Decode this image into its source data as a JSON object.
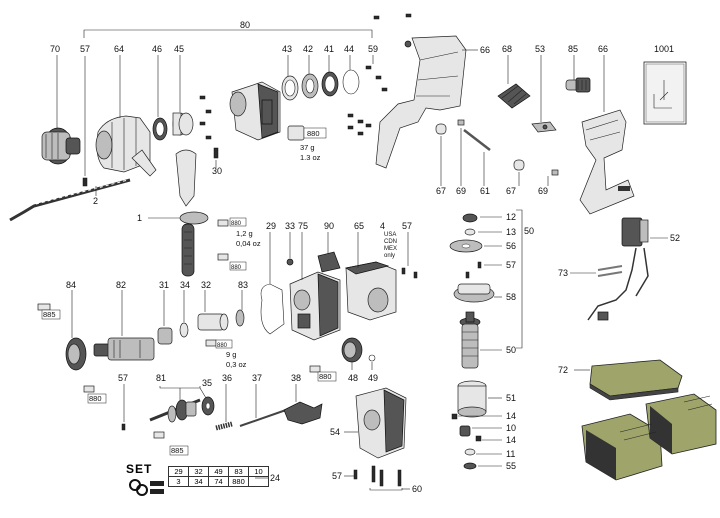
{
  "callouts": {
    "c80": "80",
    "c70": "70",
    "c57a": "57",
    "c64": "64",
    "c46": "46",
    "c45": "45",
    "c43": "43",
    "c42": "42",
    "c41": "41",
    "c44": "44",
    "c59": "59",
    "c66a": "66",
    "c68": "68",
    "c53": "53",
    "c85": "85",
    "c66b": "66",
    "c1001": "1001",
    "c30": "30",
    "c1": "1",
    "c2": "2",
    "c67a": "67",
    "c69a": "69",
    "c61": "61",
    "c67b": "67",
    "c69b": "69",
    "c29": "29",
    "c33": "33",
    "c75": "75",
    "c90": "90",
    "c65": "65",
    "c4": "4",
    "c57b": "57",
    "c12": "12",
    "c13": "13",
    "c56": "56",
    "c50a": "50",
    "c57c": "57",
    "c58": "58",
    "c52": "52",
    "c73": "73",
    "c84": "84",
    "c82": "82",
    "c31": "31",
    "c34": "34",
    "c32": "32",
    "c83": "83",
    "c885a": "885",
    "c880a": "880",
    "c50b": "50",
    "c72": "72",
    "c57d": "57",
    "c81": "81",
    "c35": "35",
    "c36": "36",
    "c37": "37",
    "c38": "38",
    "c880b": "880",
    "c48": "48",
    "c49": "49",
    "c51": "51",
    "c14a": "14",
    "c10": "10",
    "c14b": "14",
    "c11": "11",
    "c55": "55",
    "c885b": "885",
    "c54": "54",
    "c57e": "57",
    "c60": "60",
    "c24": "24",
    "c880c": "880",
    "c880d": "880",
    "c880e": "880",
    "c880f": "880"
  },
  "weights": {
    "grease_top": "37 g",
    "grease_top_oz": "1.3 oz",
    "grease_mid": "1,2 g",
    "grease_mid_oz": "0,04 oz",
    "grease_low": "9 g",
    "grease_low_oz": "0,3 oz"
  },
  "region_note": [
    "USA",
    "CDN",
    "MEX",
    "only"
  ],
  "set_kit": {
    "label": "SET",
    "row1": [
      "29",
      "32",
      "49",
      "83",
      "10"
    ],
    "row2": [
      "3",
      "34",
      "74",
      "880"
    ]
  },
  "colors": {
    "battery": "#9ea46a",
    "line": "#222222",
    "part_dark": "#555555",
    "part_light": "#e6e6e6"
  }
}
